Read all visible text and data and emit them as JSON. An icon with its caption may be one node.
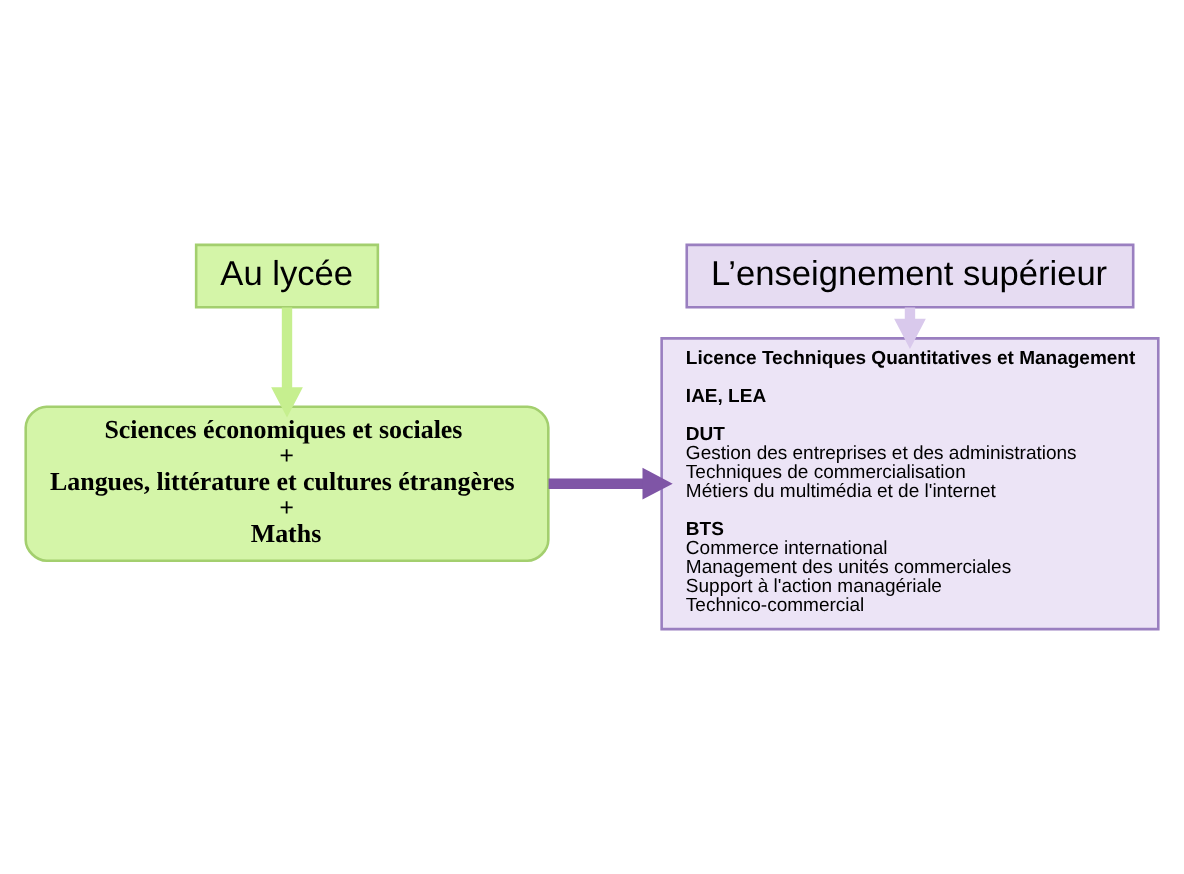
{
  "diagram": {
    "nodes": [
      {
        "text": [
          "Au lycée"
        ]
      },
      {
        "text": [
          "Sciences économiques et sociales",
          "+",
          "Langues, littérature et cultures étrangères",
          "+",
          "Maths"
        ]
      },
      {
        "text": [
          "L’enseignement supérieur"
        ]
      },
      {
        "text": [
          "Licence Techniques Quantitatives et Management",
          "IAE, LEA",
          "DUT",
          "Gestion des entreprises et des administrations",
          "Techniques de commercialisation",
          "Métiers du multimédia et de l'internet",
          "BTS",
          "Commerce international",
          "Management des unités commerciales",
          "Support à l'action managériale",
          "Technico-commercial"
        ]
      }
    ],
    "edges": [
      {
        "from": 0,
        "to": 1,
        "arrow": "to",
        "color": "#c6ef8f"
      },
      {
        "from": 2,
        "to": 3,
        "arrow": "to",
        "color": "#d9c9ec"
      },
      {
        "from": 1,
        "to": 3,
        "arrow": "to",
        "color": "#7f55a6"
      }
    ]
  }
}
